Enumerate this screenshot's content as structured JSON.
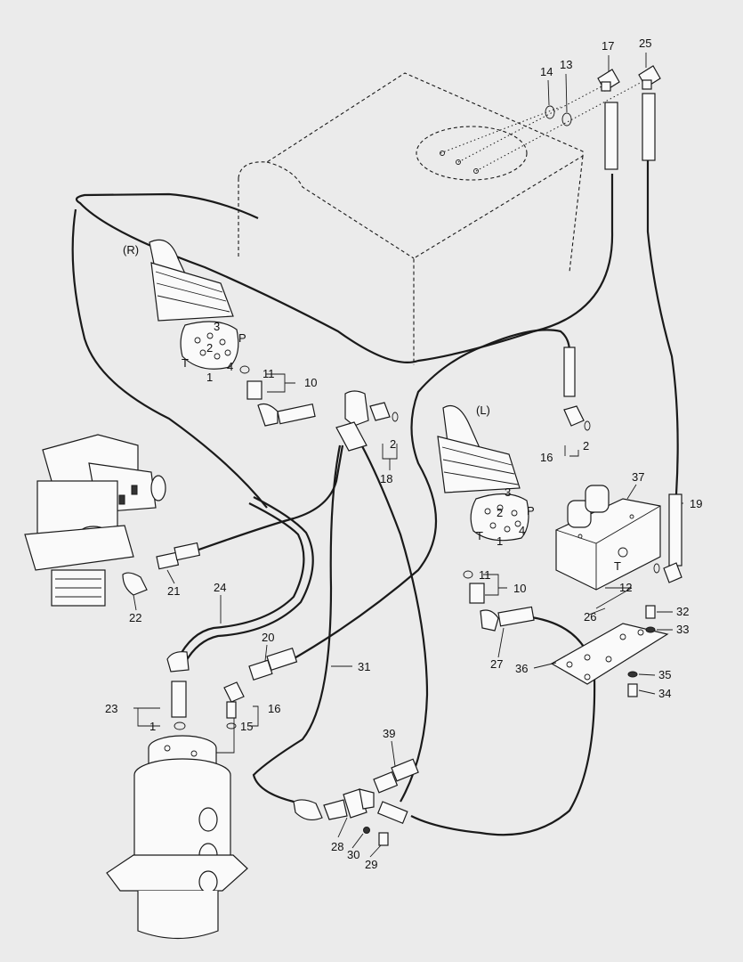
{
  "callouts": [
    {
      "id": "c1",
      "text": "1"
    },
    {
      "id": "c2",
      "text": "2"
    },
    {
      "id": "c3",
      "text": "3"
    },
    {
      "id": "c4",
      "text": "4"
    },
    {
      "id": "cT",
      "text": "T"
    },
    {
      "id": "cP",
      "text": "P"
    },
    {
      "id": "cR",
      "text": "(R)"
    },
    {
      "id": "cL",
      "text": "(L)"
    },
    {
      "id": "c1b",
      "text": "1"
    },
    {
      "id": "c2b",
      "text": "2"
    },
    {
      "id": "c3b",
      "text": "3"
    },
    {
      "id": "c4b",
      "text": "4"
    },
    {
      "id": "cTb",
      "text": "T"
    },
    {
      "id": "cPb",
      "text": "P"
    },
    {
      "id": "cTv",
      "text": "T"
    },
    {
      "id": "n1",
      "text": "1"
    },
    {
      "id": "n2a",
      "text": "2"
    },
    {
      "id": "n2b",
      "text": "2"
    },
    {
      "id": "n10a",
      "text": "10"
    },
    {
      "id": "n10b",
      "text": "10"
    },
    {
      "id": "n11a",
      "text": "11"
    },
    {
      "id": "n11b",
      "text": "11"
    },
    {
      "id": "n12",
      "text": "12"
    },
    {
      "id": "n13",
      "text": "13"
    },
    {
      "id": "n14",
      "text": "14"
    },
    {
      "id": "n15",
      "text": "15"
    },
    {
      "id": "n16a",
      "text": "16"
    },
    {
      "id": "n16b",
      "text": "16"
    },
    {
      "id": "n17",
      "text": "17"
    },
    {
      "id": "n18",
      "text": "18"
    },
    {
      "id": "n19",
      "text": "19"
    },
    {
      "id": "n20",
      "text": "20"
    },
    {
      "id": "n21",
      "text": "21"
    },
    {
      "id": "n22",
      "text": "22"
    },
    {
      "id": "n23",
      "text": "23"
    },
    {
      "id": "n24",
      "text": "24"
    },
    {
      "id": "n25",
      "text": "25"
    },
    {
      "id": "n26",
      "text": "26"
    },
    {
      "id": "n27",
      "text": "27"
    },
    {
      "id": "n28",
      "text": "28"
    },
    {
      "id": "n29",
      "text": "29"
    },
    {
      "id": "n30",
      "text": "30"
    },
    {
      "id": "n31",
      "text": "31"
    },
    {
      "id": "n32",
      "text": "32"
    },
    {
      "id": "n33",
      "text": "33"
    },
    {
      "id": "n34",
      "text": "34"
    },
    {
      "id": "n35",
      "text": "35"
    },
    {
      "id": "n36",
      "text": "36"
    },
    {
      "id": "n37",
      "text": "37"
    },
    {
      "id": "n39",
      "text": "39"
    }
  ]
}
